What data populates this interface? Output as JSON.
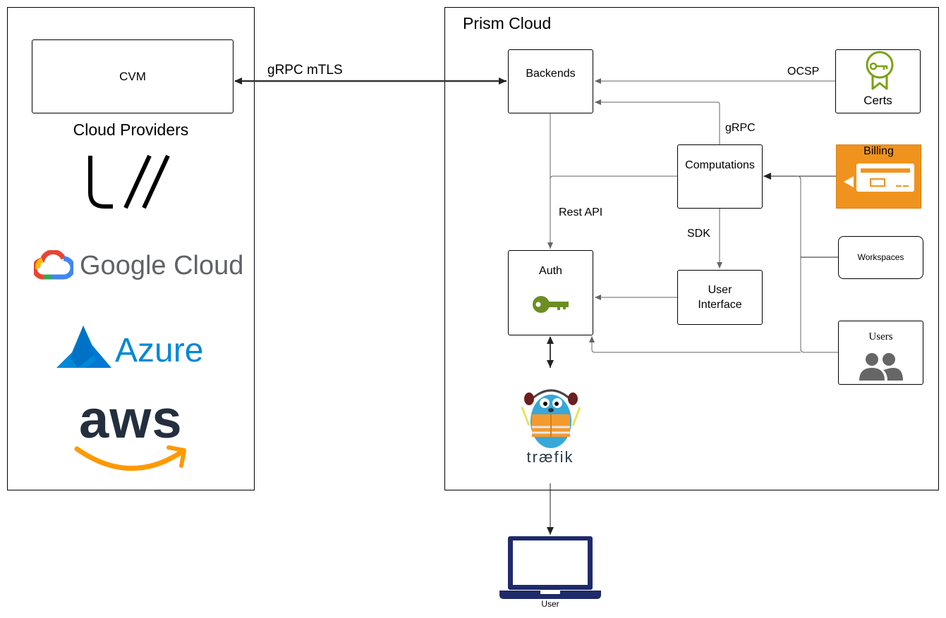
{
  "cloud_providers": {
    "cvm_label": "CVM",
    "title": "Cloud Providers",
    "logos": {
      "ultraviolet": "U//",
      "google": "Google Cloud",
      "azure": "Azure",
      "aws": "aws"
    }
  },
  "link": {
    "label": "gRPC mTLS"
  },
  "prism": {
    "title": "Prism Cloud",
    "backends": "Backends",
    "certs": "Certs",
    "ocsp": "OCSP",
    "grpc": "gRPC",
    "computations": "Computations",
    "billing": "Billing",
    "rest_api": "Rest API",
    "sdk": "SDK",
    "workspaces": "Workspaces",
    "auth": "Auth",
    "ui_line1": "User",
    "ui_line2": "Interface",
    "users": "Users",
    "traefik": "træfik"
  },
  "user": {
    "label": "User"
  },
  "colors": {
    "certs_green": "#7AA116",
    "billing_orange": "#F0931E",
    "key_green": "#6B8E23",
    "azure_blue": "#0089D6",
    "aws_dark": "#232F3E",
    "aws_orange": "#FF9900",
    "laptop_navy": "#1F2A6B",
    "users_grey": "#666666"
  }
}
